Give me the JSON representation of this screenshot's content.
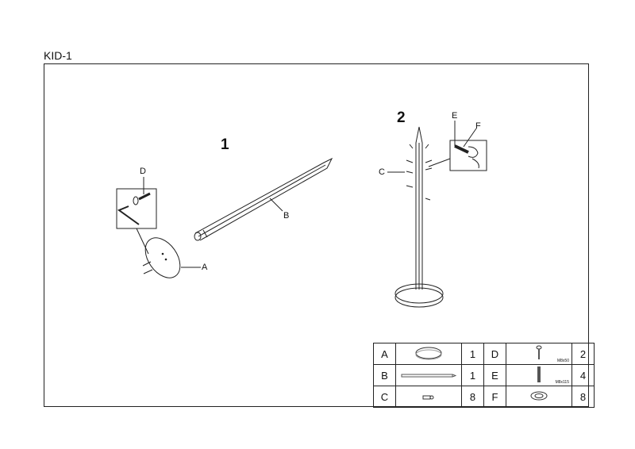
{
  "document": {
    "title": "KID-1"
  },
  "steps": [
    {
      "number": "1",
      "labels": {
        "D": "D",
        "B": "B",
        "A": "A"
      }
    },
    {
      "number": "2",
      "labels": {
        "C": "C",
        "E": "E",
        "F": "F"
      }
    }
  ],
  "parts_table": [
    {
      "left": {
        "letter": "A",
        "icon": "base-disc",
        "qty": "1"
      },
      "right": {
        "letter": "D",
        "icon": "bolt",
        "spec": "M8x50",
        "qty": "2"
      }
    },
    {
      "left": {
        "letter": "B",
        "icon": "pole",
        "qty": "1"
      },
      "right": {
        "letter": "E",
        "icon": "threaded-rod",
        "spec": "M8x115",
        "qty": "4"
      }
    },
    {
      "left": {
        "letter": "C",
        "icon": "hook-peg",
        "qty": "8"
      },
      "right": {
        "letter": "F",
        "icon": "washer",
        "qty": "8"
      }
    }
  ]
}
